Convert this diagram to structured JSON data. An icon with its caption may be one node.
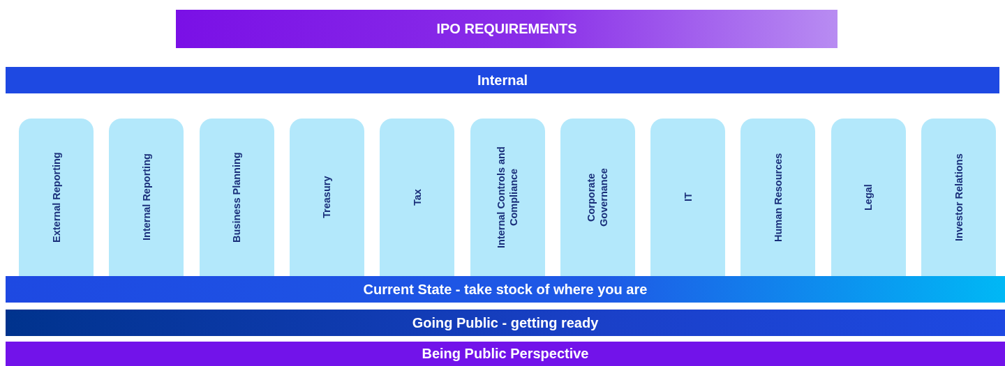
{
  "diagram": {
    "nodes": [
      {
        "text": [
          "IPO REQUIREMENTS"
        ]
      },
      {
        "text": [
          "Internal"
        ]
      },
      {
        "text": [
          "External Reporting"
        ]
      },
      {
        "text": [
          "Internal Reporting"
        ]
      },
      {
        "text": [
          "Business Planning"
        ]
      },
      {
        "text": [
          "Treasury"
        ]
      },
      {
        "text": [
          "Tax"
        ]
      },
      {
        "text": [
          "Internal Controls and Compliance"
        ]
      },
      {
        "text": [
          "Corporate Governance"
        ]
      },
      {
        "text": [
          "IT"
        ]
      },
      {
        "text": [
          "Human Resources"
        ]
      },
      {
        "text": [
          "Legal"
        ]
      },
      {
        "text": [
          "Investor Relations"
        ]
      },
      {
        "text": [
          "Current State - take stock of where you are"
        ]
      },
      {
        "text": [
          "Going Public - getting ready"
        ]
      },
      {
        "text": [
          "Being Public Perspective"
        ]
      }
    ]
  }
}
